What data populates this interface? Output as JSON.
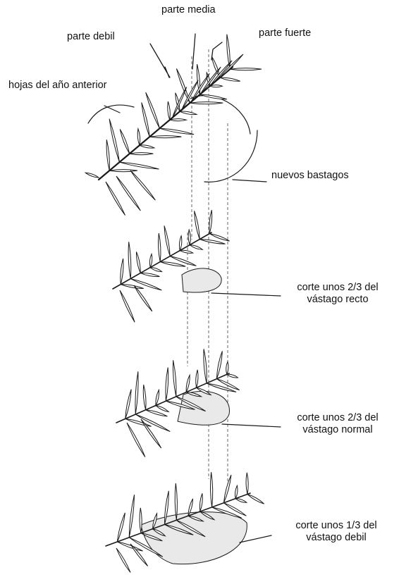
{
  "labels": {
    "parte_media": "parte media",
    "parte_debil": "parte debil",
    "parte_fuerte": "parte fuerte",
    "hojas_anterior": "hojas del año anterior",
    "nuevos_bastagos": "nuevos bastagos",
    "corte_recto_1": "corte unos 2/3 del",
    "corte_recto_2": "vástago recto",
    "corte_normal_1": "corte unos 2/3 del",
    "corte_normal_2": "vástago normal",
    "corte_debil_1": "corte unos 1/3 del",
    "corte_debil_2": "vástago debil"
  },
  "colors": {
    "ink": "#1a1a1a",
    "cut_fill": "#e9e9e9"
  }
}
